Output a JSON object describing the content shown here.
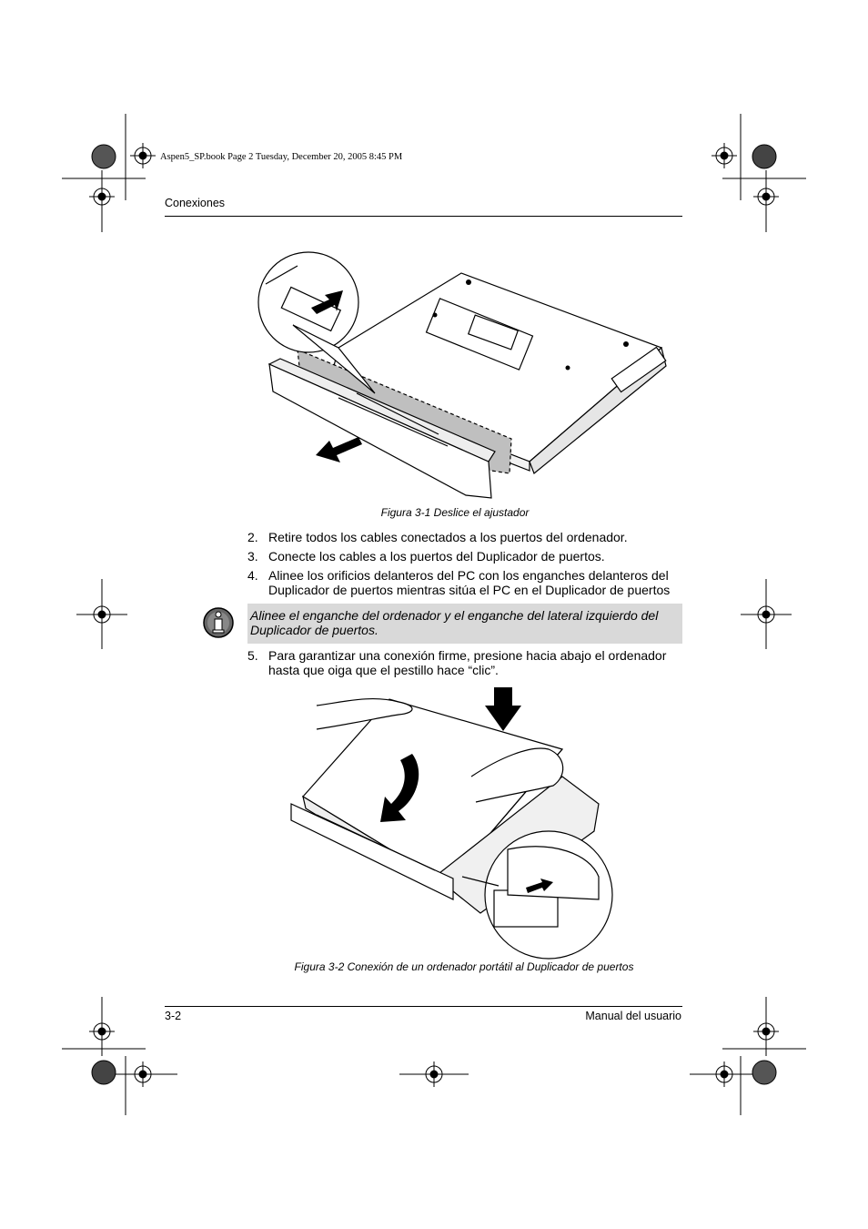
{
  "print_mark": "Aspen5_SP.book  Page 2  Tuesday, December 20, 2005  8:45 PM",
  "header": {
    "section": "Conexiones"
  },
  "figure1": {
    "caption": "Figura 3-1  Deslice el ajustador"
  },
  "steps_a": [
    {
      "num": "2.",
      "text": "Retire todos los cables conectados a los puertos del ordenador."
    },
    {
      "num": "3.",
      "text": "Conecte los cables a los puertos del Duplicador de puertos."
    },
    {
      "num": "4.",
      "text": "Alinee los orificios delanteros del PC con los enganches delanteros del Duplicador de puertos mientras sitúa el PC en el Duplicador de puertos"
    }
  ],
  "note": {
    "icon": "info-icon",
    "text": "Alinee el enganche del ordenador y el enganche del lateral izquierdo del Duplicador de puertos."
  },
  "steps_b": [
    {
      "num": "5.",
      "text": "Para garantizar una conexión firme, presione hacia abajo el ordenador hasta que oiga que el pestillo hace “clic”."
    }
  ],
  "figure2": {
    "caption": "Figura 3-2  Conexión de un ordenador portátil al Duplicador de puertos"
  },
  "footer": {
    "page": "3-2",
    "title": "Manual del usuario"
  }
}
